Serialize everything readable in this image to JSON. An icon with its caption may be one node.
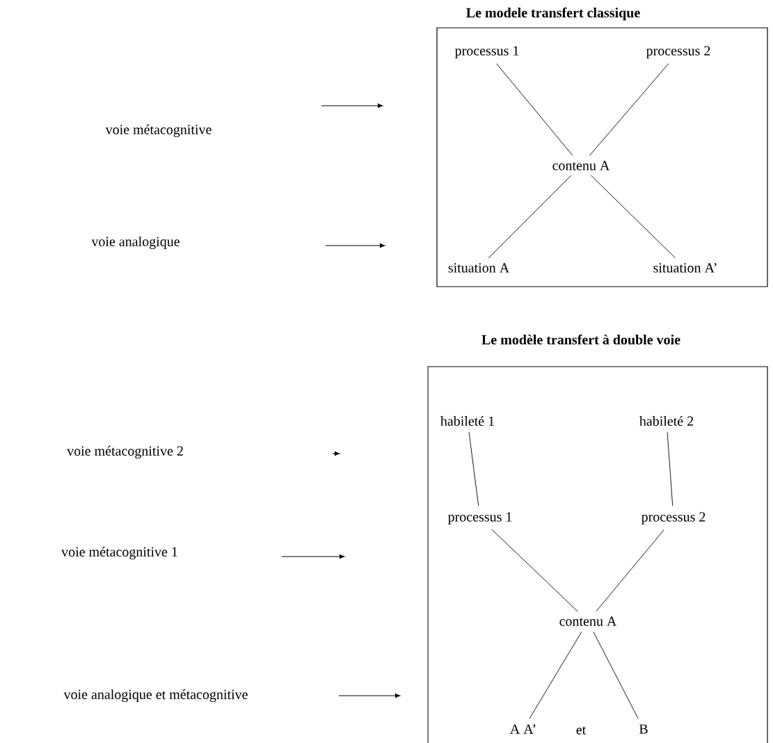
{
  "diagram": {
    "nodes": [
      {
        "text": [
          "Le modele transfert classique"
        ]
      },
      {
        "text": [
          "processus 1"
        ],
        "in": 0
      },
      {
        "text": [
          "processus 2"
        ],
        "in": 0
      },
      {
        "text": [
          "contenu A"
        ],
        "in": 0
      },
      {
        "text": [
          "situation A"
        ],
        "in": 0
      },
      {
        "text": [
          "situation A’"
        ],
        "in": 0
      },
      {
        "text": [
          "Le modèle transfert à double voie"
        ]
      },
      {
        "text": [
          "habileté 1"
        ],
        "in": 6
      },
      {
        "text": [
          "habileté 2"
        ],
        "in": 6
      },
      {
        "text": [
          "processus 1"
        ],
        "in": 6
      },
      {
        "text": [
          "processus 2"
        ],
        "in": 6
      },
      {
        "text": [
          "contenu A"
        ],
        "in": 6
      },
      {
        "text": [
          "A A’"
        ],
        "in": 6
      },
      {
        "text": [
          "B"
        ],
        "in": 6
      }
    ],
    "edges": [
      {
        "from": 1,
        "to": 3,
        "arrow": "none"
      },
      {
        "from": 2,
        "to": 3,
        "arrow": "none"
      },
      {
        "from": 3,
        "to": 4,
        "arrow": "none"
      },
      {
        "from": 3,
        "to": 5,
        "arrow": "none"
      },
      {
        "from": 7,
        "to": 9,
        "arrow": "none"
      },
      {
        "from": 8,
        "to": 10,
        "arrow": "none"
      },
      {
        "from": 9,
        "to": 11,
        "arrow": "none"
      },
      {
        "from": 10,
        "to": 11,
        "arrow": "none"
      },
      {
        "from": 11,
        "to": 12,
        "arrow": "none"
      },
      {
        "from": 11,
        "to": 13,
        "arrow": "none"
      }
    ],
    "labels": [
      "voie métacognitive",
      "voie analogique",
      "voie métacognitive 2",
      "voie métacognitive 1",
      "voie analogique et métacognitive",
      "et"
    ]
  }
}
